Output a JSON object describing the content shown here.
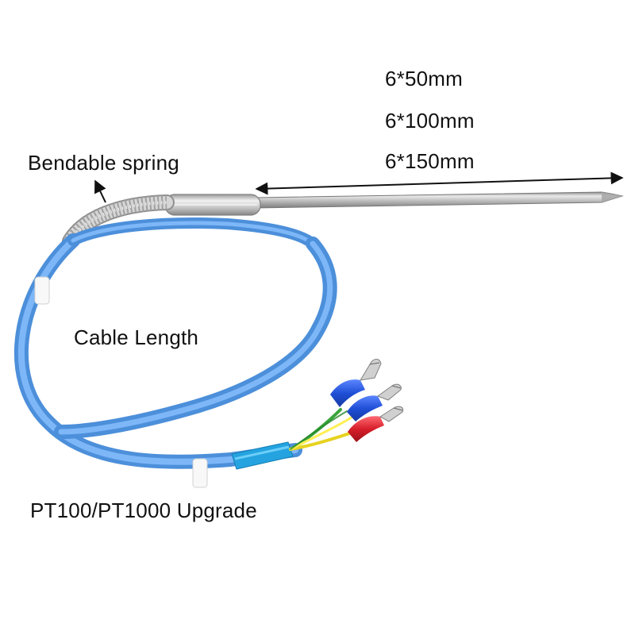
{
  "labels": {
    "sizes": [
      "6*50mm",
      "6*100mm",
      "6*150mm"
    ],
    "bendable_spring": "Bendable spring",
    "cable_length": "Cable Length",
    "upgrade": "PT100/PT1000 Upgrade"
  },
  "colors": {
    "cable_blue": "#5fa4e6",
    "steel": "#c8c8c8",
    "terminal_blue": "#1f4fd6",
    "terminal_red": "#d61e2a",
    "wire_green": "#3aa43a",
    "wire_yellow": "#e7d21f"
  }
}
